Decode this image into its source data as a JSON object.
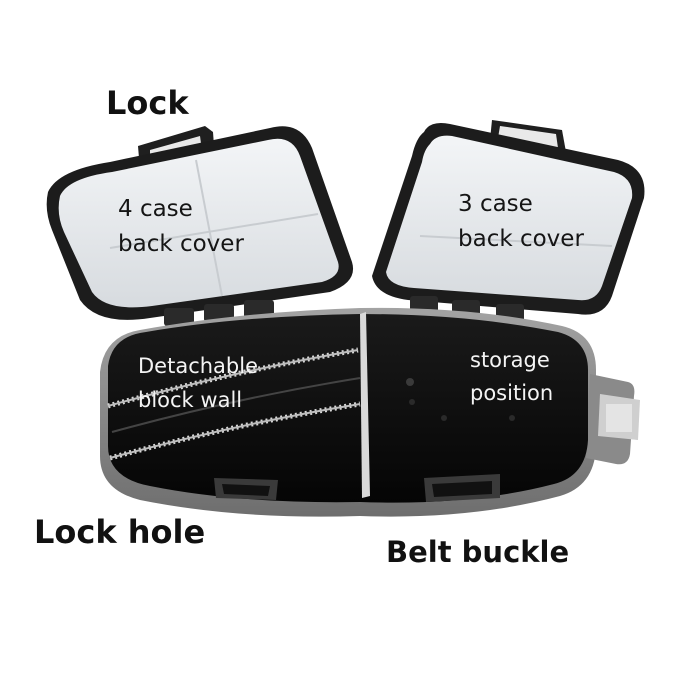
{
  "labels": {
    "lock": "Lock",
    "left_cover_line1": "4 case",
    "left_cover_line2": "back cover",
    "right_cover_line1": "3 case",
    "right_cover_line2": "back cover",
    "detachable_line1": "Detachable",
    "detachable_line2": "block wall",
    "storage_line1": "storage",
    "storage_line2": "position",
    "lock_hole": "Lock hole",
    "belt_buckle": "Belt buckle"
  },
  "colors": {
    "background": "#ffffff",
    "case_body": "#111111",
    "lid_plastic": "#e8ebee",
    "lid_frame": "#1e1e1e",
    "rim": "#8d8d8d",
    "divider": "#d9d9d9",
    "label_dark": "#111111",
    "label_light": "#f4f4f4"
  }
}
